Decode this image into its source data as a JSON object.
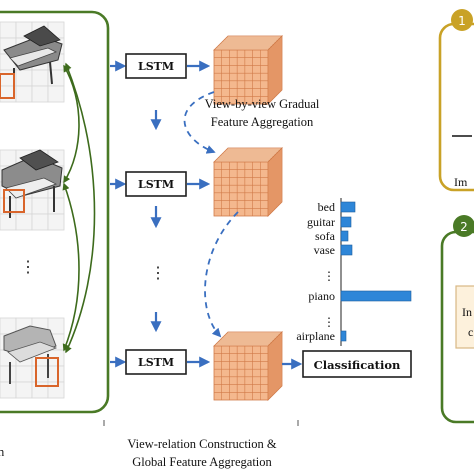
{
  "left_panel": {
    "bottom_caption": "n"
  },
  "lstm_label": "LSTM",
  "captions": {
    "gradual": [
      "View-by-view Gradual",
      "Feature Aggregation"
    ],
    "bottom": [
      "View-relation Construction &",
      "Global Feature Aggregation"
    ]
  },
  "classification_label": "Classification",
  "chart_data": {
    "type": "bar",
    "orientation": "horizontal",
    "categories": [
      "bed",
      "guitar",
      "sofa",
      "vase",
      "⋮",
      "piano",
      "⋮",
      "airplane"
    ],
    "values": [
      14,
      10,
      7,
      11,
      null,
      70,
      null,
      5
    ],
    "title": "",
    "xlabel": "",
    "ylabel": ""
  },
  "right_panels": {
    "top": {
      "number": "1",
      "text": "Im"
    },
    "bottom": {
      "number": "2",
      "text": [
        "In",
        "c"
      ]
    }
  },
  "colors": {
    "green_frame": "#4a7a26",
    "gold_frame": "#c9a227",
    "arrow_blue": "#3a6fc0",
    "bar_blue": "#2e86d8",
    "cube_face": "#f4b88e",
    "cube_grid": "#d07a48",
    "view_highlight": "#d9652b"
  }
}
